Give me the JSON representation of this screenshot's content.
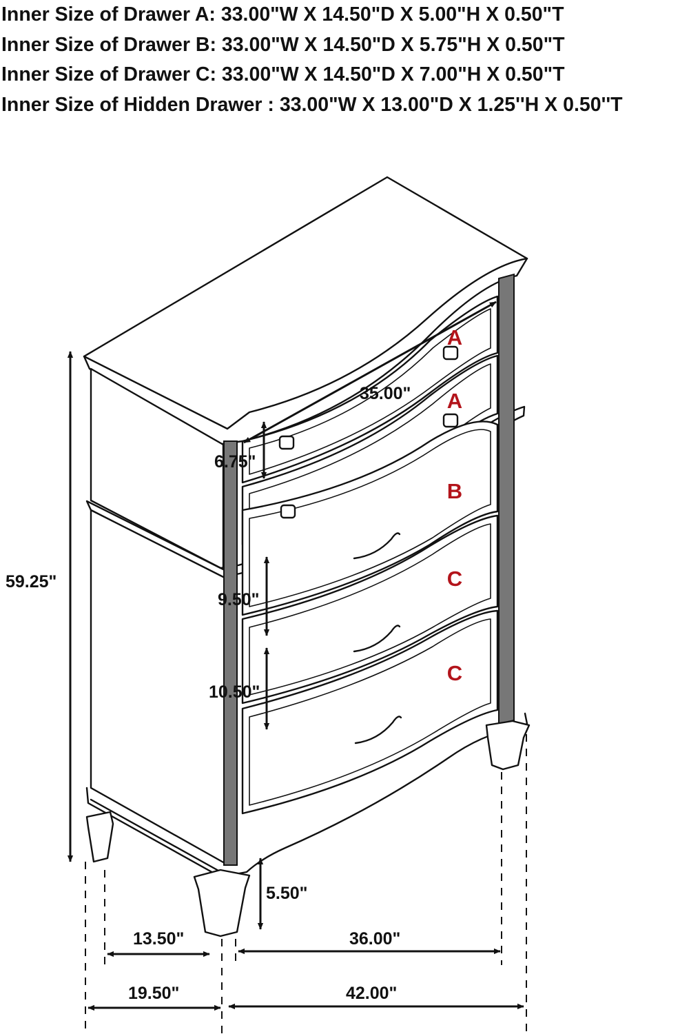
{
  "specs": [
    "Inner Size of Drawer A: 33.00\"W X 14.50\"D X 5.00\"H X 0.50\"T",
    "Inner Size of Drawer B: 33.00\"W X 14.50\"D X 5.75\"H X 0.50\"T",
    "Inner Size of Drawer C: 33.00\"W X 14.50\"D X 7.00\"H X 0.50\"T",
    "Inner Size of Hidden Drawer : 33.00\"W X 13.00\"D X 1.25''H X 0.50''T"
  ],
  "dimensions": {
    "overall_height": "59.25\"",
    "top_drawer_width": "35.00\"",
    "top_drawer_height": "6.75\"",
    "middle_drawer_height": "9.50\"",
    "lower_drawer_height": "10.50\"",
    "leg_height": "5.50\"",
    "inner_side_depth": "13.50\"",
    "inner_front_width": "36.00\"",
    "overall_depth": "19.50\"",
    "overall_width": "42.00\""
  },
  "drawer_labels": [
    "A",
    "A",
    "B",
    "C",
    "C"
  ],
  "colors": {
    "label": "#b3141b",
    "line": "#111111"
  }
}
